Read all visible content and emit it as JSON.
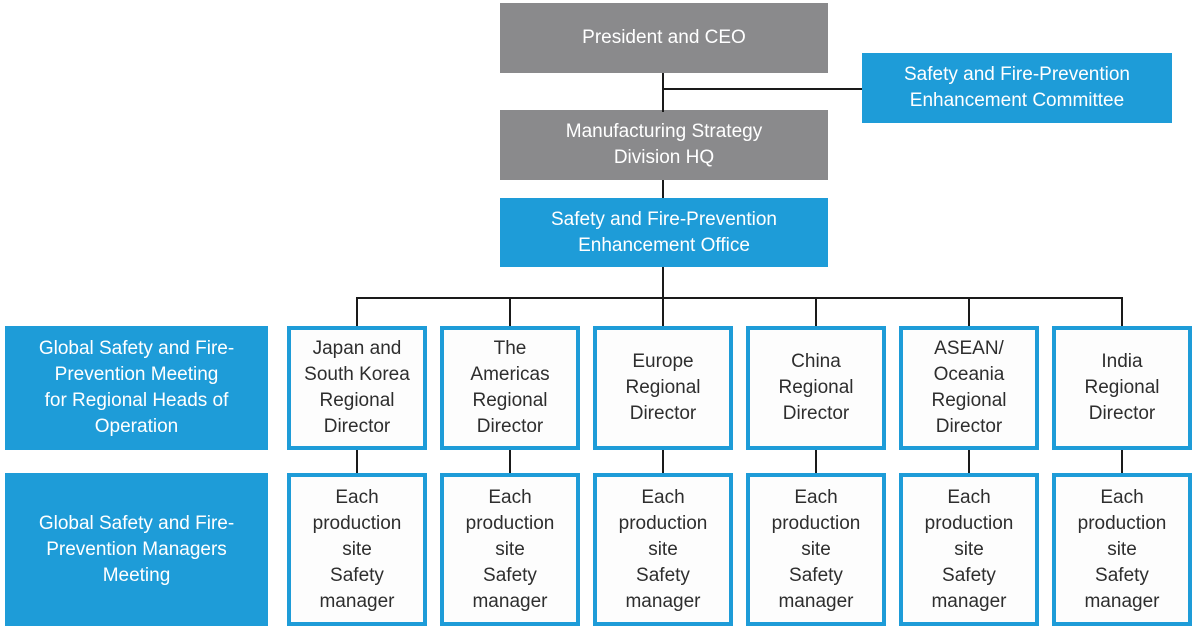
{
  "palette": {
    "box_gray": "#8A8A8C",
    "box_blue": "#1E9CD8",
    "outline_blue": "#1E9CD8",
    "line_black": "#1A1A1A",
    "text_white": "#FFFFFF",
    "text_dark": "#2E2E2E"
  },
  "org_chart": {
    "ceo": "President and CEO",
    "committee": "Safety and Fire-Prevention\nEnhancement Committee",
    "division_hq": "Manufacturing Strategy\nDivision HQ",
    "office": "Safety and Fire-Prevention\nEnhancement Office",
    "meetings": {
      "regional_heads": "Global Safety and Fire-\nPrevention Meeting\nfor Regional Heads of\nOperation",
      "managers": "Global Safety and Fire-\nPrevention Managers\nMeeting"
    },
    "regions": [
      {
        "director": "Japan and\nSouth Korea\nRegional\nDirector",
        "manager": "Each\nproduction\nsite\nSafety\nmanager"
      },
      {
        "director": "The\nAmericas\nRegional\nDirector",
        "manager": "Each\nproduction\nsite\nSafety\nmanager"
      },
      {
        "director": "Europe\nRegional\nDirector",
        "manager": "Each\nproduction\nsite\nSafety\nmanager"
      },
      {
        "director": "China\nRegional\nDirector",
        "manager": "Each\nproduction\nsite\nSafety\nmanager"
      },
      {
        "director": "ASEAN/\nOceania\nRegional\nDirector",
        "manager": "Each\nproduction\nsite\nSafety\nmanager"
      },
      {
        "director": "India\nRegional\nDirector",
        "manager": "Each\nproduction\nsite\nSafety\nmanager"
      }
    ]
  }
}
